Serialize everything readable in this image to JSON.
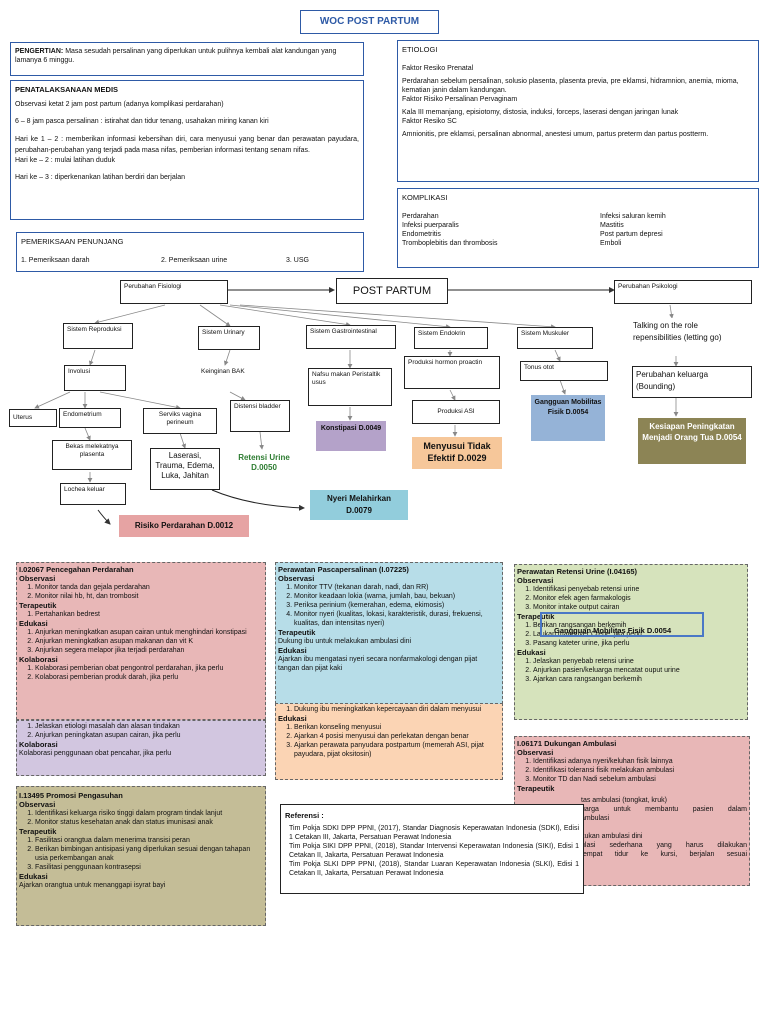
{
  "title": "WOC POST PARTUM",
  "pengertian": {
    "label": "PENGERTIAN:",
    "text": "Masa sesudah persalinan yang diperlukan untuk pulihnya kembali alat kandungan yang lamanya 6 minggu."
  },
  "penatalaksanaan": {
    "heading": "PENATALAKSANAAN MEDIS",
    "lines": [
      "Observasi ketat 2 jam post partum (adanya komplikasi perdarahan)",
      "6 – 8 jam pasca persalinan : istirahat dan tidur tenang, usahakan miring kanan kiri",
      "Hari ke 1 – 2 : memberikan informasi kebersihan diri, cara menyusui yang benar dan perawatan payudara, perubahan-perubahan yang terjadi pada masa nifas, pemberian informasi tentang senam nifas.",
      "Hari ke – 2 : mulai latihan duduk",
      "Hari ke – 3 : diperkenankan latihan berdiri dan berjalan"
    ]
  },
  "etiologi": {
    "heading": "ETIOLOGI",
    "lines": [
      "Faktor Resiko Prenatal",
      "Perdarahan sebelum persalinan, solusio plasenta, plasenta previa, pre eklamsi, hidramnion, anemia, mioma, kematian janin dalam kandungan.",
      "Faktor Risiko Persalinan Pervaginam",
      "Kala III memanjang, episiotomy, distosia, induksi, forceps, laserasi dengan jaringan lunak",
      "Faktor Resiko SC",
      "Amnionitis, pre eklamsi, persalinan abnormal, anestesi umum, partus preterm dan partus postterm."
    ]
  },
  "pemeriksaan": {
    "heading": "PEMERIKSAAN PENUNJANG",
    "items": [
      "1. Pemeriksaan darah",
      "2. Pemeriksaan urine",
      "3. USG"
    ]
  },
  "komplikasi": {
    "heading": "KOMPLIKASI",
    "left": [
      "Perdarahan",
      "Infeksi puerparalis",
      "Endometritis",
      "Tromboplebitis dan thrombosis"
    ],
    "right": [
      "Infeksi saluran kemih",
      "Mastitis",
      "Post partum depresi",
      "Emboli"
    ]
  },
  "flow": {
    "center": "POST PARTUM",
    "perubahan_fisiologi": "Perubahan Fisiologi",
    "perubahan_psikologi": "Perubahan Psikologi",
    "sistem_reproduksi": "Sistem Reproduksi",
    "sistem_urinary": "Sistem Urinary",
    "sistem_gastro": "Sistem Gastrointestinal",
    "sistem_endokrin": "Sistem Endokrin",
    "sistem_muskuler": "Sistem Muskuler",
    "talking": "Talking on the role repensibilities (letting go)",
    "perubahan_keluarga": "Perubahan keluarga (Bounding)",
    "involusi": "Involusi",
    "keinginan_bak": "Keinginan BAK",
    "nafsu_makan": "Nafsu makan Peristaltik usus",
    "produksi_hormon": "Produksi hormon proactin",
    "produksi_asi": "Produksi ASI",
    "tonus_otot": "Tonus otot",
    "uterus": "Uterus",
    "endometrium": "Endometrium",
    "serviks": "Serviks vagina perineum",
    "distensi": "Distensi bladder",
    "bekas": "Bekas melekatnya plasenta",
    "laserasi": "Laserasi, Trauma, Edema, Luka, Jahitan",
    "lochea": "Lochea keluar"
  },
  "diagnoses": {
    "konstipasi": "Konstipasi D.0049",
    "menyusui": "Menyusui Tidak Efektif D.0029",
    "gangguan_mobilitas": "Gangguan Mobilitas Fisik D.0054",
    "kesiapan": "Kesiapan Peningkatan Menjadi Orang Tua D.0054",
    "retensi": "Retensi Urine D.0050",
    "nyeri": "Nyeri Melahirkan D.0079",
    "risiko_perdarahan": "Risiko Perdarahan D.0012"
  },
  "interventions": {
    "perdarahan": {
      "title": "I.02067 Pencegahan Perdarahan",
      "observasi_label": "Observasi",
      "observasi": [
        "Monitor tanda dan gejala perdarahan",
        "Monitor nilai hb, ht, dan trombosit"
      ],
      "terapeutik_label": "Terapeutik",
      "terapeutik": [
        "Pertahankan bedrest"
      ],
      "edukasi_label": "Edukasi",
      "edukasi": [
        "Anjurkan meningkatkan asupan cairan untuk menghindari konstipasi",
        "Anjurkan meningkatkan asupan makanan dan vit K",
        "Anjurkan segera melapor jika terjadi perdarahan"
      ],
      "kolaborasi_label": "Kolaborasi",
      "kolaborasi": [
        "Kolaborasi pemberian obat pengontrol perdarahan, jika perlu",
        "Kolaborasi pemberian produk darah, jika perlu"
      ]
    },
    "purple": {
      "items": [
        "Jelaskan etiologi masalah dan alasan tindakan",
        "Anjurkan peningkatan asupan cairan, jika perlu"
      ],
      "kolaborasi_label": "Kolaborasi",
      "kolaborasi_text": "Kolaborasi penggunaan obat pencahar, jika perlu"
    },
    "pascapersalinan": {
      "title": "Perawatan Pascapersalinan (I.07225)",
      "observasi_label": "Observasi",
      "observasi": [
        "Monitor TTV (tekanan darah, nadi, dan RR)",
        "Monitor keadaan lokia (warna, jumlah, bau, bekuan)",
        "Periksa perinium (kemerahan, edema, ekimosis)",
        "Monitor nyeri (kualitas, lokasi, karakteristik, durasi, frekuensi, kualitas, dan intensitas nyeri)"
      ],
      "terapeutik_label": "Terapeutik",
      "terapeutik_text": "Dukung ibu untuk melakukan ambulasi dini",
      "edukasi_label": "Edukasi",
      "edukasi_text": "Ajarkan ibu mengatasi nyeri secara nonfarmakologi dengan pijat tangan dan pijat kaki"
    },
    "orange": {
      "items": [
        "Dukung ibu meningkatkan kepercayaan diri dalam menyusui"
      ],
      "edukasi_label": "Edukasi",
      "edukasi": [
        "Berikan konseling menyusui",
        "Ajarkan 4 posisi menyusui dan perlekatan dengan benar",
        "Ajarkan perawata panyudara postpartum (memerah ASI, pijat payudara, pijat oksitosin)"
      ]
    },
    "retensi": {
      "title": "Perawatan Retensi Urine (I.04165)",
      "observasi_label": "Observasi",
      "observasi": [
        "Identifikasi penyebab retensi urine",
        "Monitor efek agen farmakologis",
        "Monitor intake output cairan"
      ],
      "terapeutik_label": "Terapeutik",
      "overlay": "Gangguan Mobilitas Fisik D.0054",
      "terapeutik": [
        "Berikan rangsangan berkemih",
        "Laukan maneuver Crede, jika perlu",
        "Pasang kateter urine, jika perlu"
      ],
      "edukasi_label": "Edukasi",
      "edukasi": [
        "Jelaskan penyebab retensi urine",
        "Anjurkan pasien/keluarga mencatat ouput urine",
        "Ajarkan cara rangsangan berkemih"
      ]
    },
    "ambulasi": {
      "title": "I.06171 Dukungan Ambulasi",
      "observasi_label": "Observasi",
      "observasi": [
        "Identifikasi adanya nyeri/keluhan fisik lainnya",
        "Identifikasi toleransi fisik melakukan ambulasi",
        "Monitor TD dan Nadi sebelum ambulasi"
      ],
      "terapeutik_label": "Terapeutik",
      "frag1": "tas ambulasi (tongkat, kruk)",
      "frag2": "uarga untuk membantu pasien dalam",
      "frag3": "ambulasi",
      "frag4": "kukan ambulasi dini",
      "frag5": "ulasi sederhana yang harus dilakukan",
      "frag6": "tempat tidur ke kursi, berjalan sesuai"
    },
    "promosi": {
      "title": "I.13495 Promosi Pengasuhan",
      "observasi_label": "Observasi",
      "observasi": [
        "Identifikasi keluarga risiko tinggi dalam program tindak lanjut",
        "Monitor status kesehatan anak dan status imunisasi anak"
      ],
      "terapeutik_label": "Terapeutik",
      "terapeutik": [
        "Fasilitasi orangtua dalam menerima transisi peran",
        "Berikan bimbingan antisipasi yang diperlukan sesuai dengan tahapan usia perkembangan anak",
        "Fasilitasi penggunaan kontrasepsi"
      ],
      "edukasi_label": "Edukasi",
      "edukasi_text": "Ajarkan orangtua untuk menanggapi isyrat bayi"
    }
  },
  "referensi": {
    "heading": "Referensi :",
    "items": [
      "Tim Pokja SDKI DPP PPNI, (2017), Standar Diagnosis Keperawatan Indonesia (SDKI), Edisi 1 Cetakan III, Jakarta, Persatuan Perawat Indonesia",
      "Tim Pokja SIKI DPP PPNI, (2018), Standar Intervensi Keperawatan Indonesia (SIKI), Edisi 1 Cetakan II, Jakarta, Persatuan Perawat Indonesia",
      "Tim Pokja SLKI DPP PPNI, (2018), Standar Luaran Keperawatan Indonesia (SLKI), Edisi 1 Cetakan II, Jakarta, Persatuan Perawat Indonesia"
    ]
  },
  "colors": {
    "accent_blue": "#2e5aa6",
    "pink": "#e8b7b7",
    "purple_dx": "#b4a2c9",
    "orange_dx": "#f6c79a",
    "blue_dx": "#95b3d7",
    "olive_dx": "#8c8455",
    "green_text": "#2e7d32",
    "teal_dx": "#92cddc",
    "salmon_dx": "#e6a3a3",
    "green_box": "#d6e3bc",
    "tan_box": "#c4bd97"
  }
}
